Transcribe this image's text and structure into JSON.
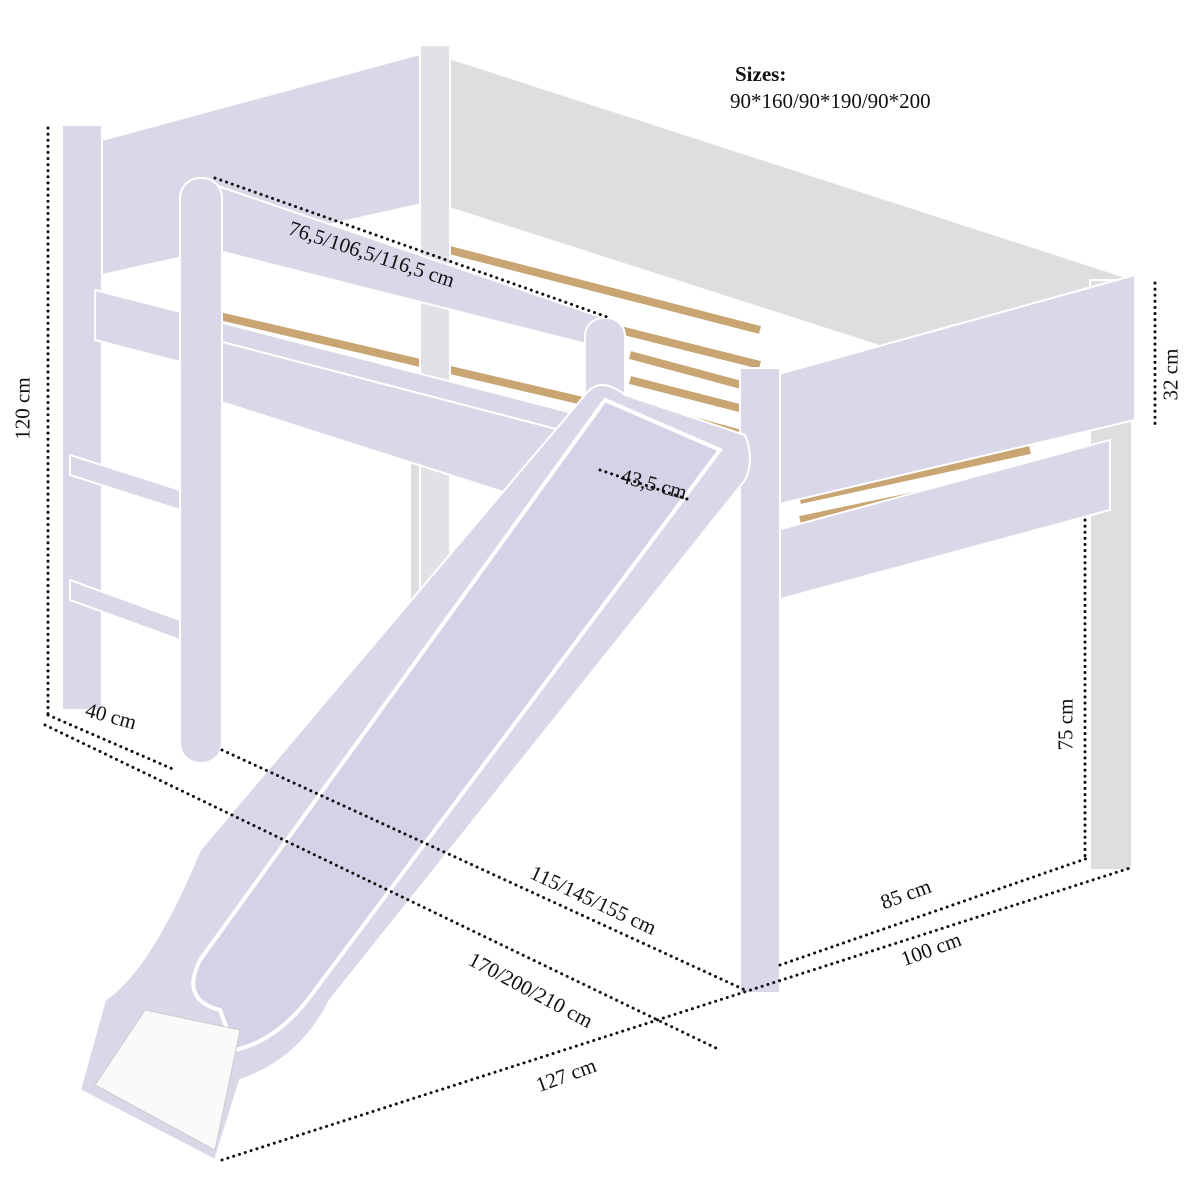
{
  "sizes": {
    "heading": "Sizes:",
    "values": "90*160/90*190/90*200"
  },
  "dimensions": {
    "total_height": "120 cm",
    "guard_length": "76,5/106,5/116,5 cm",
    "guard_height": "32 cm",
    "slide_width": "43,5 cm",
    "ladder_depth": "40 cm",
    "under_height": "75 cm",
    "side_length": "115/145/155 cm",
    "inner_width": "85 cm",
    "total_width": "100 cm",
    "total_length": "170/200/210 cm",
    "slide_reach": "127 cm"
  },
  "colors": {
    "panel": "#d9d7e8",
    "slats": "#c8a572",
    "frame": "#dedddf"
  }
}
